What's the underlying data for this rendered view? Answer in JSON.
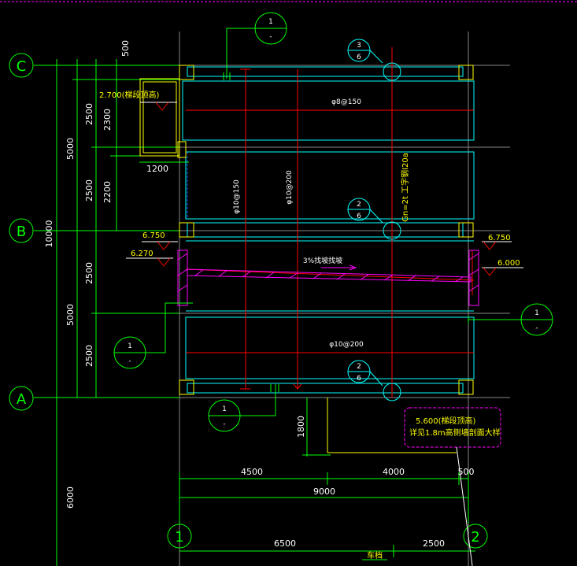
{
  "axes": {
    "a": "A",
    "b": "B",
    "c": "C",
    "one": "1",
    "two": "2"
  },
  "dims_left": {
    "d500": "500",
    "d2500_top": "2500",
    "d2300": "2300",
    "d2500_mid": "2500",
    "d2200": "2200",
    "d2500_low1": "2500",
    "d2500_low2": "2500",
    "d5000_top": "5000",
    "d5000_bot": "5000",
    "d10000": "10000",
    "d6000": "6000",
    "d1800": "1800"
  },
  "dims_bottom": {
    "d4500": "4500",
    "d4000": "4000",
    "d500": "500",
    "d9000": "9000",
    "d6500": "6500",
    "d2500": "2500",
    "d1200": "1200"
  },
  "bubbles": {
    "top": {
      "num": "1",
      "den": "-"
    },
    "s3_6": {
      "num": "3",
      "den": "6"
    },
    "s2_6a": {
      "num": "2",
      "den": "6"
    },
    "s2_6b": {
      "num": "2",
      "den": "6"
    },
    "left": {
      "num": "1",
      "den": "-"
    },
    "right": {
      "num": "1",
      "den": "-"
    },
    "bot": {
      "num": "1",
      "den": "-"
    }
  },
  "notes": {
    "rebar_top": "φ8@150",
    "rebar_v1": "φ10@150",
    "rebar_v2": "φ10@200",
    "rebar_bot": "φ10@200",
    "slope": "3%找坡找坡",
    "crane": "Gn=2t 工字钢I20a",
    "elev_top_left": "2.700(梯段顶高)",
    "elev_675_left": "6.750",
    "elev_675_right": "6.750",
    "elev_627": "6.270",
    "elev_600": "6.000",
    "note_box_1": "5.600(梯段顶高)",
    "note_box_2": "详见1.8m高侧墙剖面大样",
    "bottom_label": "车档"
  }
}
